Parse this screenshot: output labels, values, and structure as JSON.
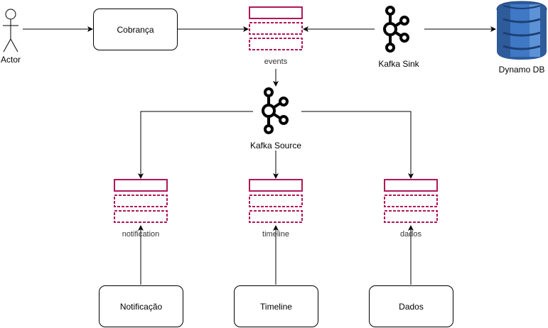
{
  "actor": {
    "label": "Actor"
  },
  "nodes": {
    "cobranca": "Cobrança",
    "notificacao": "Notificação",
    "timeline": "Timeline",
    "dados": "Dados"
  },
  "topics": {
    "events": "events",
    "notification": "notification",
    "timeline": "timeline",
    "dados": "dados"
  },
  "kafka_sink": {
    "label": "Kafka Sink",
    "icon": "kafka-icon"
  },
  "kafka_source": {
    "label": "Kafka Source",
    "icon": "kafka-icon"
  },
  "dynamo": {
    "label": "Dynamo DB",
    "icon": "dynamodb-icon"
  },
  "colors": {
    "topic": "#b0175a",
    "dynamo_dark": "#2e5b9a",
    "dynamo_mid": "#3f78c5",
    "dynamo_light": "#5d93d6",
    "line": "#000000"
  }
}
